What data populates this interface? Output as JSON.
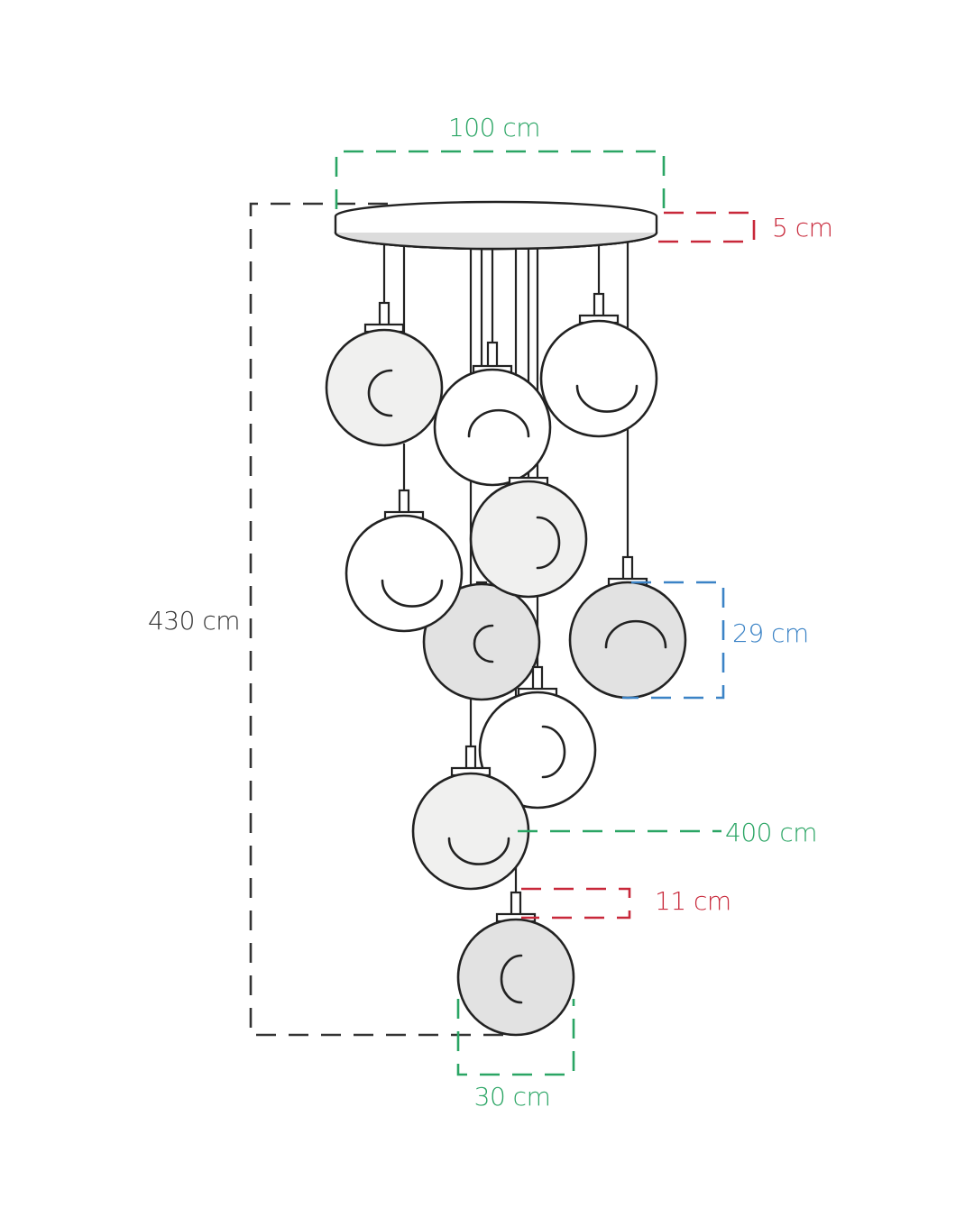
{
  "dimensions": {
    "canopy_width": "100 cm",
    "canopy_height": "5 cm",
    "total_height": "430 cm",
    "globe_diameter_small": "29 cm",
    "max_cord_length": "400 cm",
    "socket_height": "11 cm",
    "globe_diameter_large": "30 cm"
  },
  "colors": {
    "green": "#2aa564",
    "red": "#c8283a",
    "blue": "#3b83c6",
    "black": "#333333",
    "globe_light": "#f0f0ef",
    "globe_white": "#ffffff",
    "globe_gray": "#e2e2e2",
    "canopy_top": "#ffffff",
    "canopy_bottom": "#dcdcdc"
  },
  "globe_count": 10
}
